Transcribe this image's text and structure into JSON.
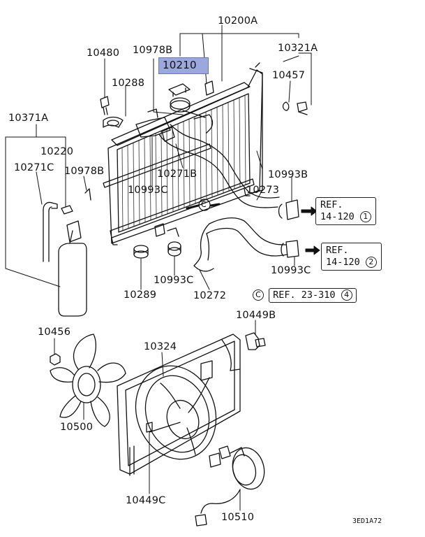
{
  "labels": {
    "p10200A": "10200A",
    "p10978B_top": "10978B",
    "p10480": "10480",
    "p10321A": "10321A",
    "p10210": "10210",
    "p10288": "10288",
    "p10457": "10457",
    "p10371A": "10371A",
    "p10220": "10220",
    "p10271C": "10271C",
    "p10978B_left": "10978B",
    "p10271B": "10271B",
    "p10993B": "10993B",
    "p10993C_a": "10993C",
    "p10273": "10273",
    "p10993C_b": "10993C",
    "p10289": "10289",
    "p10993C_c": "10993C",
    "p10272": "10272",
    "p10449B": "10449B",
    "p10456": "10456",
    "p10324": "10324",
    "p10500": "10500",
    "p10449C": "10449C",
    "p10510": "10510"
  },
  "refs": {
    "ref1": {
      "text": "REF.",
      "code": "14-120",
      "circle": "1"
    },
    "ref2": {
      "text": "REF.",
      "code": "14-120",
      "circle": "2"
    },
    "ref3": {
      "prefix": "C",
      "text": "REF. 23-310",
      "circle": "4"
    },
    "conn_c": "C"
  },
  "highlight": {
    "part": "10210",
    "color": "#9aa8dd"
  },
  "diagram_code": "3ED1A72"
}
